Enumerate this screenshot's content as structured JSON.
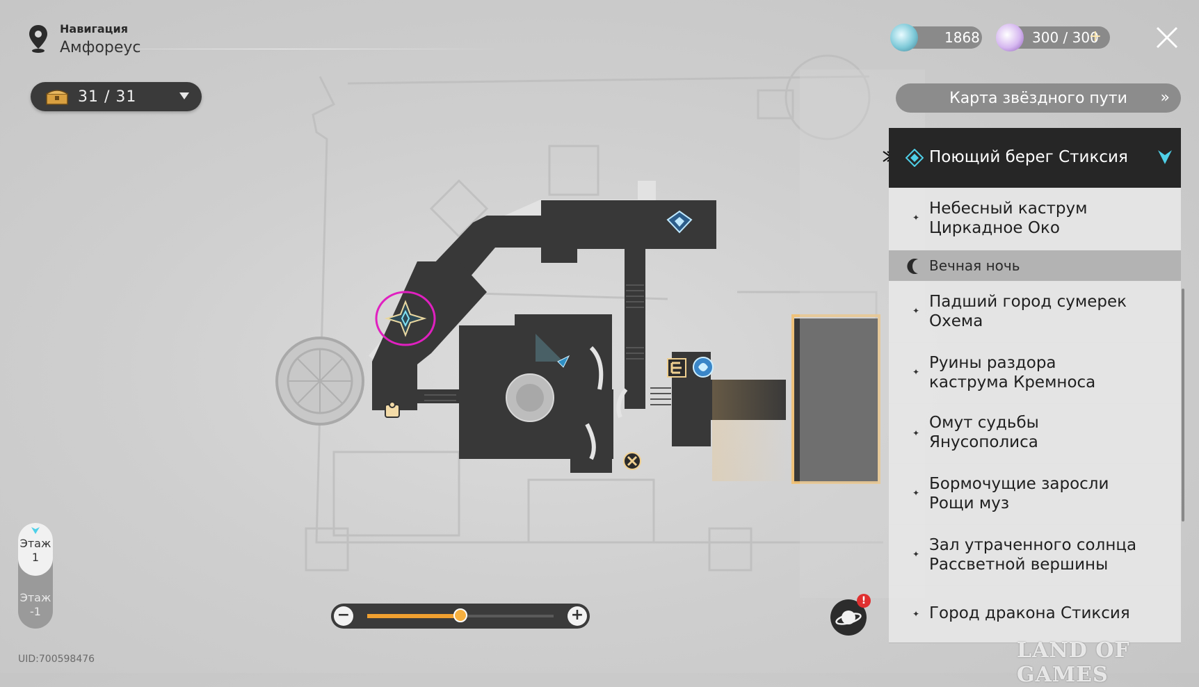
{
  "header": {
    "nav_label": "Навигация",
    "location": "Амфореус"
  },
  "chests": {
    "count": "31 / 31"
  },
  "currencies": [
    {
      "name": "stellar-jade",
      "value": "1868",
      "icon": "jade-icon"
    },
    {
      "name": "trailblaze-power",
      "value": "300 / 300",
      "icon": "power-icon"
    }
  ],
  "plus": "+",
  "star_map_button": {
    "label": "Карта звёздного пути",
    "chevron": "»"
  },
  "locations": [
    {
      "label": "Поющий берег Стиксия",
      "active": true
    },
    {
      "label": "Небесный каструм\nЦиркадное Око"
    },
    {
      "label": "Вечная ночь",
      "section": true
    },
    {
      "label": "Падший город сумерек\nОхема"
    },
    {
      "label": "Руины раздора\nкаструма Кремноса"
    },
    {
      "label": "Омут судьбы\nЯнусополиса"
    },
    {
      "label": "Бормочущие заросли\nРощи муз"
    },
    {
      "label": "Зал утраченного солнца\nРассветной вершины"
    },
    {
      "label": "Город дракона Стиксия"
    }
  ],
  "floors": {
    "floor1_label": "Этаж",
    "floor1_num": "1",
    "floorm1_label": "Этаж",
    "floorm1_num": "-1",
    "selected": "1"
  },
  "zoom": {
    "minus": "−",
    "plus": "+",
    "level": 0.5
  },
  "notification_badge": "!",
  "uid": "UID:700598476",
  "watermark": "LAND OF GAMES",
  "colors": {
    "accent": "#4fd0e8",
    "highlight_circle": "#e020c0",
    "zoom_fill": "#f0a030",
    "active_bg": "#262626"
  }
}
